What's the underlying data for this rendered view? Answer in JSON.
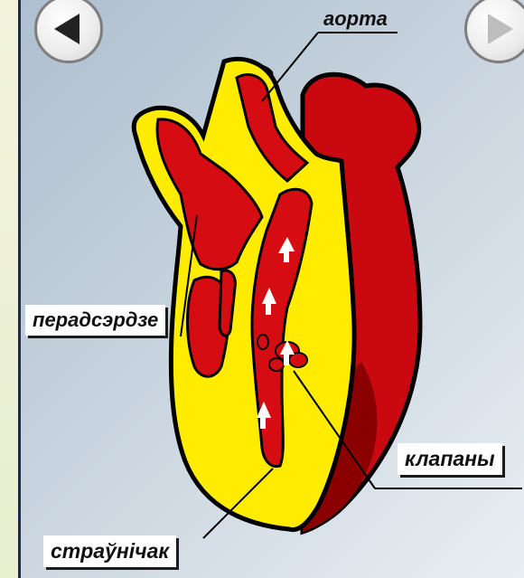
{
  "labels": {
    "aorta": "аорта",
    "atrium": "перадсэрдзе",
    "valves": "клапаны",
    "ventricle": "страўнічак"
  },
  "nav": {
    "prev_icon": "triangle-left-icon",
    "next_icon": "triangle-right-icon"
  },
  "colors": {
    "heart_red": "#d50d12",
    "heart_dark": "#7d0000",
    "section_yellow": "#ffec00",
    "outline": "#000000"
  }
}
